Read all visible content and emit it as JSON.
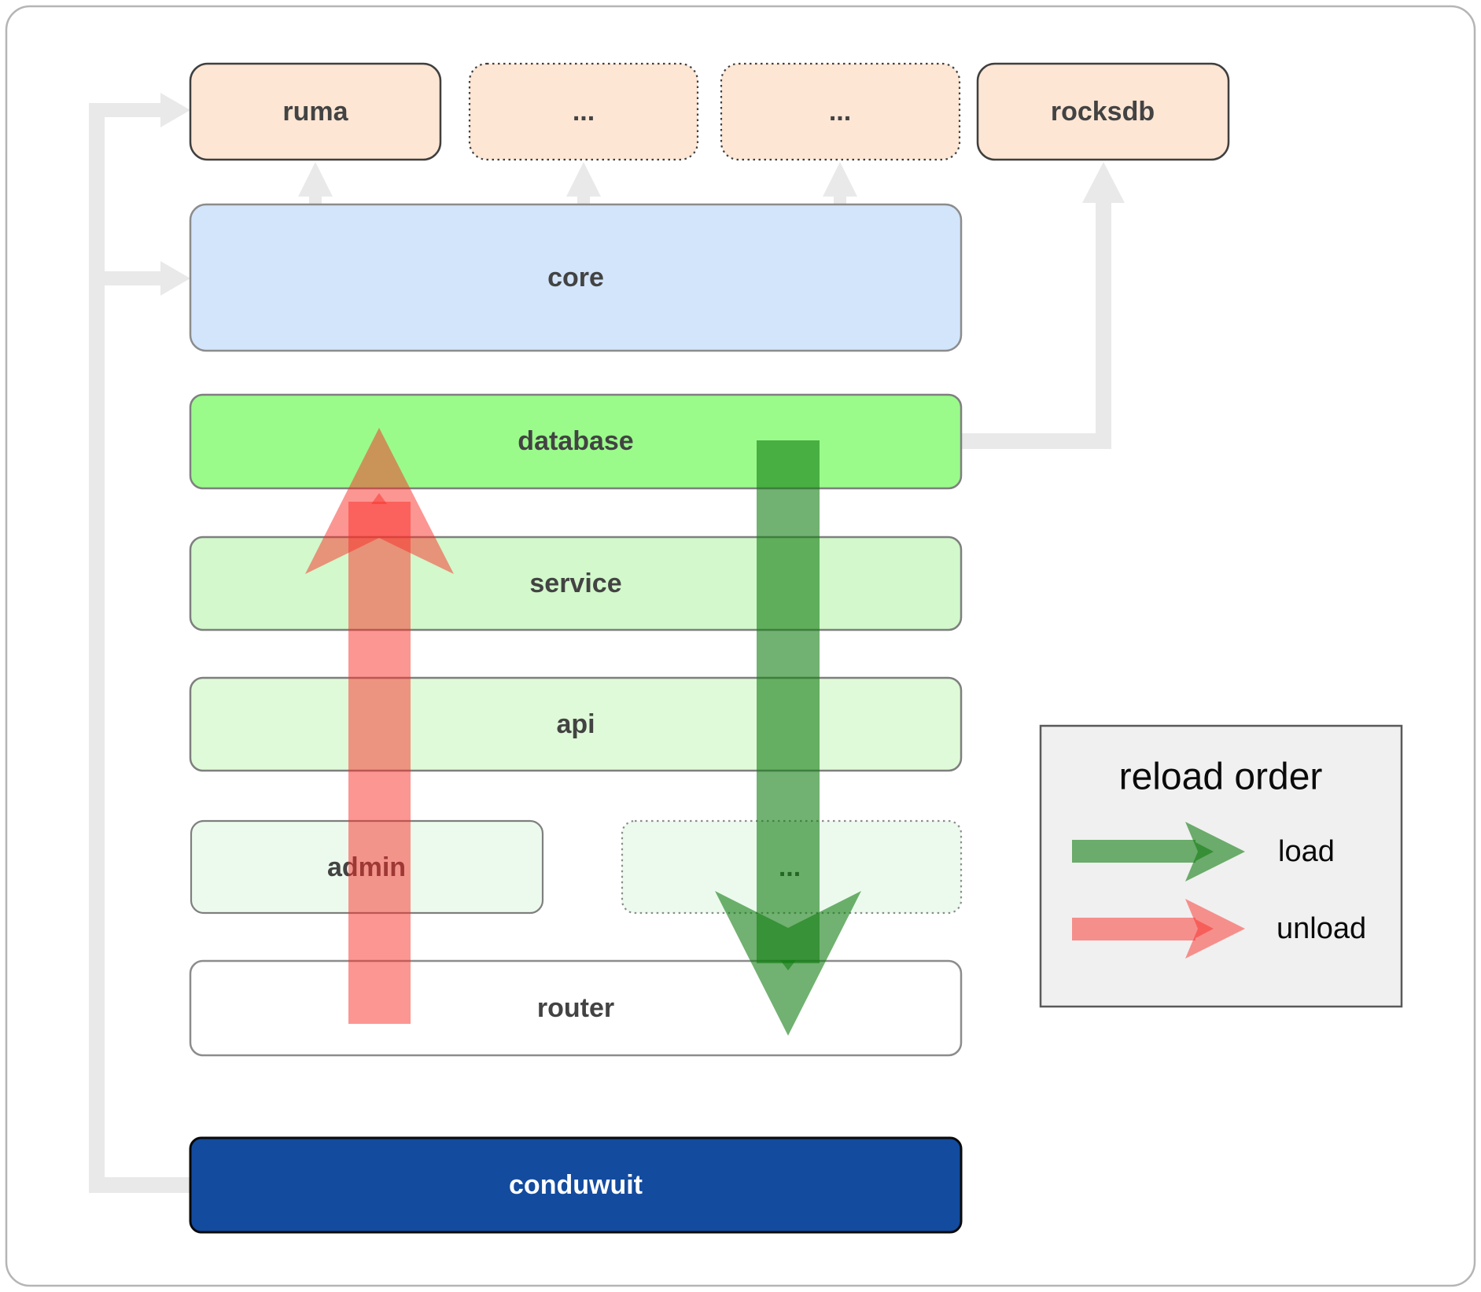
{
  "diagram": {
    "nodes": {
      "ruma": {
        "label": "ruma"
      },
      "ellipsis_top_left": {
        "label": "..."
      },
      "ellipsis_top_right": {
        "label": "..."
      },
      "rocksdb": {
        "label": "rocksdb"
      },
      "core": {
        "label": "core"
      },
      "database": {
        "label": "database"
      },
      "service": {
        "label": "service"
      },
      "api": {
        "label": "api"
      },
      "admin": {
        "label": "admin"
      },
      "ellipsis_admin_row": {
        "label": "..."
      },
      "router": {
        "label": "router"
      },
      "conduwuit": {
        "label": "conduwuit"
      }
    },
    "legend": {
      "title": "reload order",
      "items": [
        {
          "label": "load",
          "color": "#127D12"
        },
        {
          "label": "unload",
          "color": "#F92D28"
        }
      ]
    },
    "colors": {
      "external_box_fill": "#FDE6D4",
      "core_fill": "#D3E5FB",
      "database_fill": "#9AFB8B",
      "service_fill": "#D2F8CB",
      "api_fill": "#DFFAD8",
      "admin_fill": "#ECFAEE",
      "router_fill": "#FFFFFF",
      "conduwuit_fill": "#134B9E",
      "connector_gray": "#E9E9E9",
      "legend_bg": "#F0F0F0",
      "load_arrow": "rgba(18,125,18,0.6)",
      "unload_arrow": "rgba(249,45,40,0.5)"
    }
  }
}
